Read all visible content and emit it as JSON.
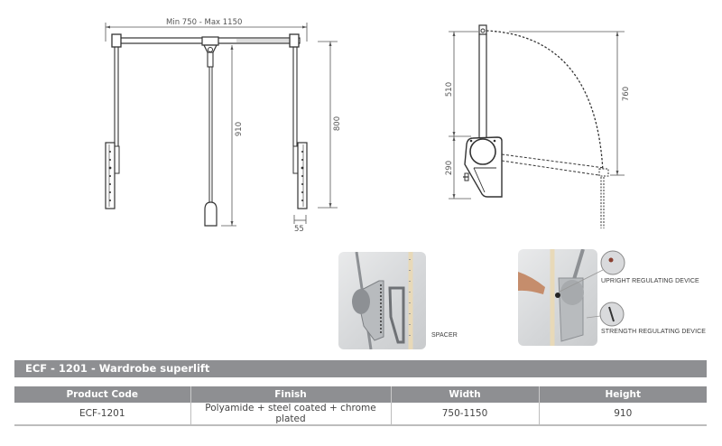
{
  "front_drawing": {
    "width_label": "Min 750 - Max 1150",
    "height_label_rod": "910",
    "height_label_total": "800",
    "depth_label": "55"
  },
  "side_drawing": {
    "upper_label": "510",
    "lower_label": "290",
    "swing_label": "760"
  },
  "photos": {
    "spacer": {
      "label": "SPACER"
    },
    "devices": {
      "upright_label": "UPRIGHT REGULATING DEVICE",
      "strength_label": "STRENGTH REGULATING DEVICE"
    }
  },
  "product": {
    "title": "ECF - 1201 - Wardrobe superlift",
    "table": {
      "headers": [
        "Product Code",
        "Finish",
        "Width",
        "Height"
      ],
      "rows": [
        [
          "ECF-1201",
          "Polyamide + steel coated + chrome plated",
          "750-1150",
          "910"
        ]
      ]
    }
  },
  "colors": {
    "header_bg": "#8e8f92",
    "header_text": "#ffffff",
    "line": "#3a3a3a"
  }
}
